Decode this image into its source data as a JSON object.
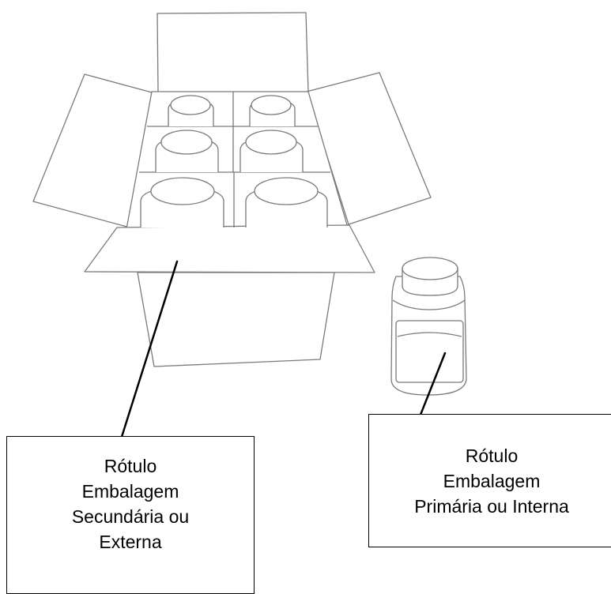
{
  "labels": {
    "secondary": {
      "lines": [
        "Rótulo",
        "Embalagem",
        "Secundária ou",
        "Externa"
      ]
    },
    "primary": {
      "lines": [
        "Rótulo",
        "Embalagem",
        "Primária ou Interna"
      ]
    }
  },
  "colors": {
    "outline": "#7a7a7a",
    "pointer": "#000000",
    "box_border": "#000000"
  }
}
